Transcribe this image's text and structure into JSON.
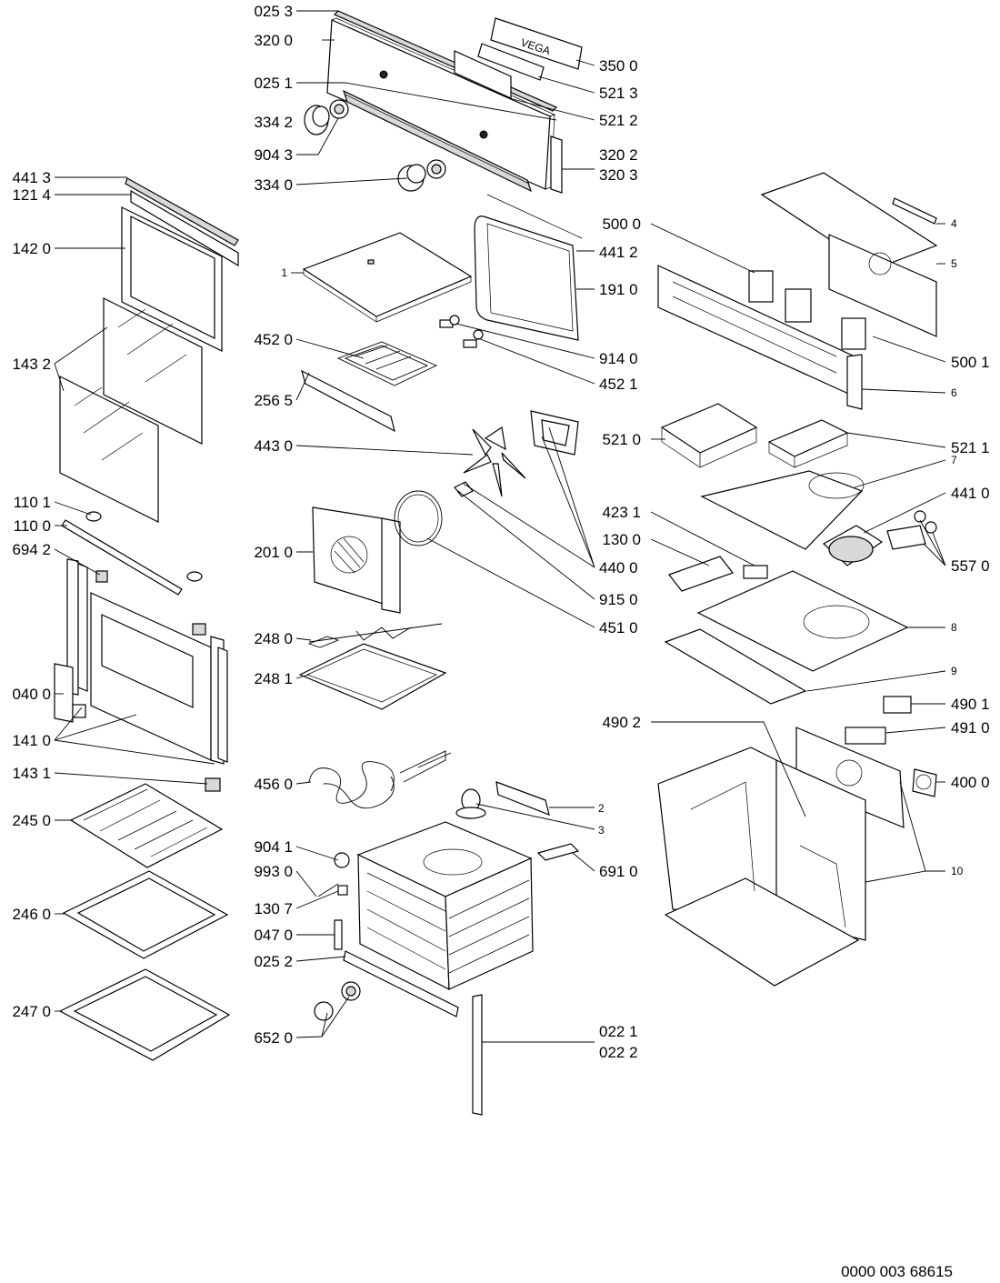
{
  "parts": {
    "p0253": "025 3",
    "p3200": "320 0",
    "p0251": "025 1",
    "p3342": "334 2",
    "p9043": "904 3",
    "p3340": "334 0",
    "p3500": "350 0",
    "p5213": "521 3",
    "p5212": "521 2",
    "p3202": "320 2",
    "p3203": "320 3",
    "p4413": "441 3",
    "p1214": "121 4",
    "p1420": "142 0",
    "p1432": "143 2",
    "p1101": "110 1",
    "p1100": "110 0",
    "p6942": "694 2",
    "p0400": "040 0",
    "p1410": "141 0",
    "p1431": "143 1",
    "p2450": "245 0",
    "p2460": "246 0",
    "p2470": "247 0",
    "p1": "1",
    "p4412": "441 2",
    "p1910": "191 0",
    "p4520": "452 0",
    "p9140": "914 0",
    "p4521": "452 1",
    "p2565": "256 5",
    "p4430": "443 0",
    "p2010": "201 0",
    "p4400": "440 0",
    "p9150": "915 0",
    "p4510": "451 0",
    "p2480": "248 0",
    "p2481": "248 1",
    "p4560": "456 0",
    "p2": "2",
    "p3": "3",
    "p9041": "904 1",
    "p9930": "993 0",
    "p1307": "130 7",
    "p0470": "047 0",
    "p0252": "025 2",
    "p6520": "652 0",
    "p6910": "691 0",
    "p0221": "022 1",
    "p0222": "022 2",
    "p5000": "500 0",
    "p4": "4",
    "p5": "5",
    "p5001": "500 1",
    "p6": "6",
    "p5210": "521 0",
    "p5211": "521 1",
    "p7": "7",
    "p4231": "423 1",
    "p4410": "441 0",
    "p1300": "130 0",
    "p5570": "557 0",
    "p8": "8",
    "p9": "9",
    "p4902": "490 2",
    "p4901": "490 1",
    "p4910": "491 0",
    "p4000": "400 0",
    "p10": "10"
  },
  "brand_text": "VEGA",
  "footer": {
    "doc_number": "0000 003 68615"
  }
}
